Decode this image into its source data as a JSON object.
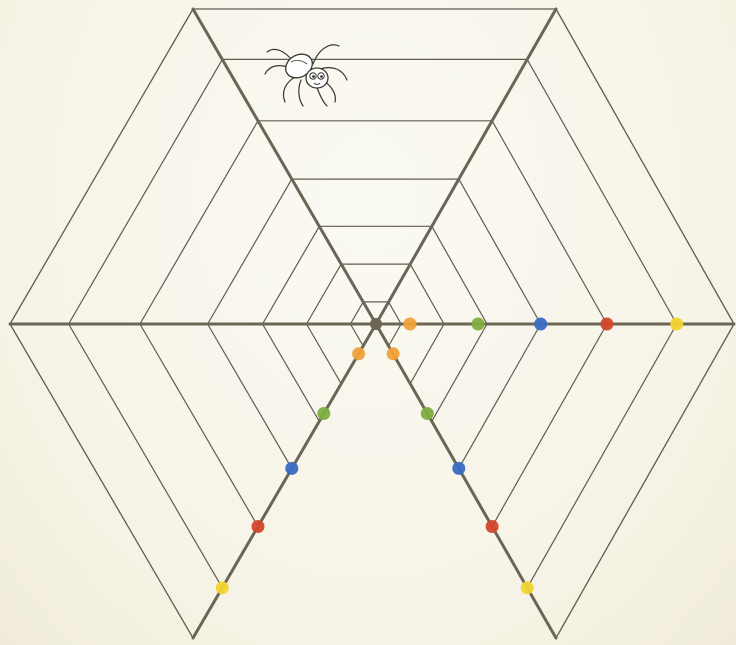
{
  "diagram": {
    "type": "spider-web",
    "spider_icon": "spider-icon",
    "dot_colors": {
      "orange": "#f0a13a",
      "green": "#7dad3f",
      "blue": "#3a6cc4",
      "red": "#d4442c",
      "yellow": "#f2d430"
    },
    "spoke_dot_order": [
      "orange",
      "green",
      "blue",
      "red",
      "yellow"
    ],
    "colored_spokes": [
      "right",
      "lower-left",
      "lower-right"
    ]
  }
}
